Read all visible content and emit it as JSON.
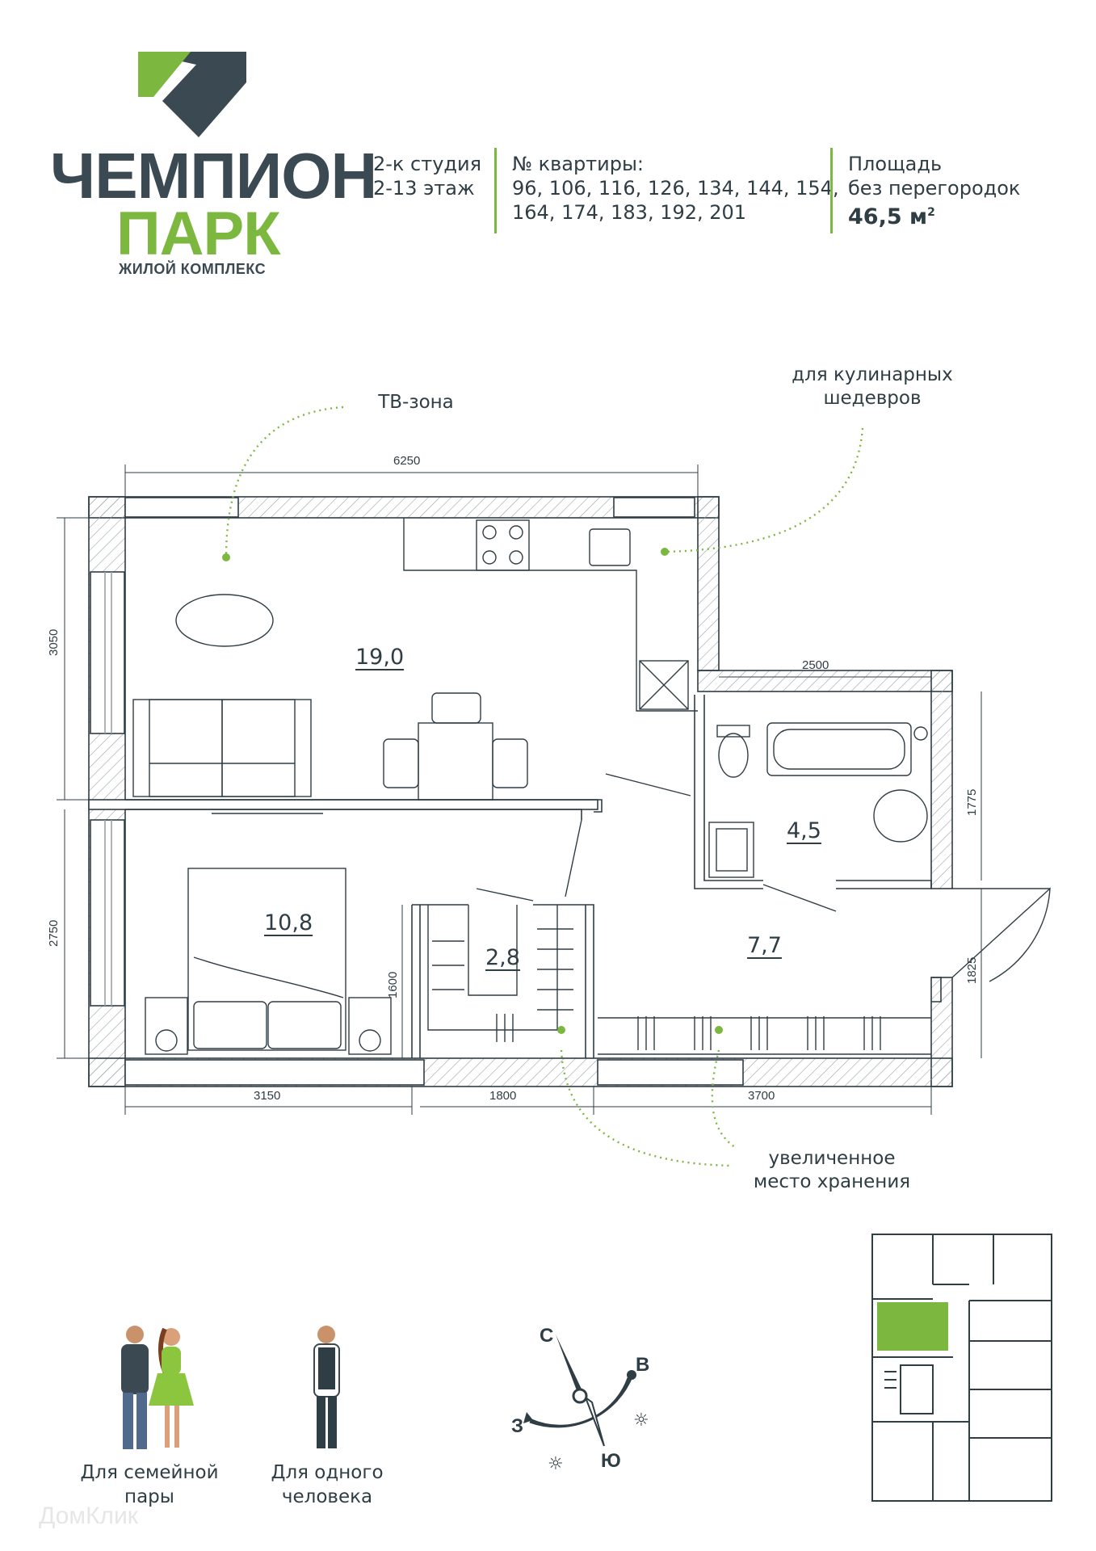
{
  "logo": {
    "line1": "ЧЕМПИОН",
    "line2": "ПАРК",
    "subtitle": "ЖИЛОЙ КОМПЛЕКС",
    "colors": {
      "green": "#7cb73f",
      "dark": "#3b4a52"
    }
  },
  "info": {
    "type": "2-к студия",
    "floors": "2-13 этаж",
    "apt_label": "№ квартиры:",
    "apt_line1": "96, 106, 116, 126, 134, 144, 154,",
    "apt_line2": "164, 174, 183, 192, 201",
    "area_label1": "Площадь",
    "area_label2": "без перегородок",
    "area_value": "46,5 м",
    "area_sup": "2"
  },
  "callouts": {
    "tv": "ТВ-зона",
    "kitchen1": "для кулинарных",
    "kitchen2": "шедевров",
    "storage1": "увеличенное",
    "storage2": "место хранения"
  },
  "rooms": {
    "living": "19,0",
    "bedroom": "10,8",
    "closet": "2,8",
    "bathroom": "4,5",
    "hall": "7,7"
  },
  "dimensions": {
    "top": "6250",
    "left_upper": "3050",
    "left_lower": "2750",
    "bath_width": "2500",
    "bath_height": "1775",
    "door": "1825",
    "closet": "1600",
    "bottom1": "3150",
    "bottom2": "1800",
    "bottom3": "3700"
  },
  "audience": {
    "couple1": "Для семейной",
    "couple2": "пары",
    "single1": "Для одного",
    "single2": "человека"
  },
  "compass": {
    "north": "С",
    "east": "В",
    "south": "Ю",
    "west": "З"
  },
  "watermark": "ДомКлик"
}
